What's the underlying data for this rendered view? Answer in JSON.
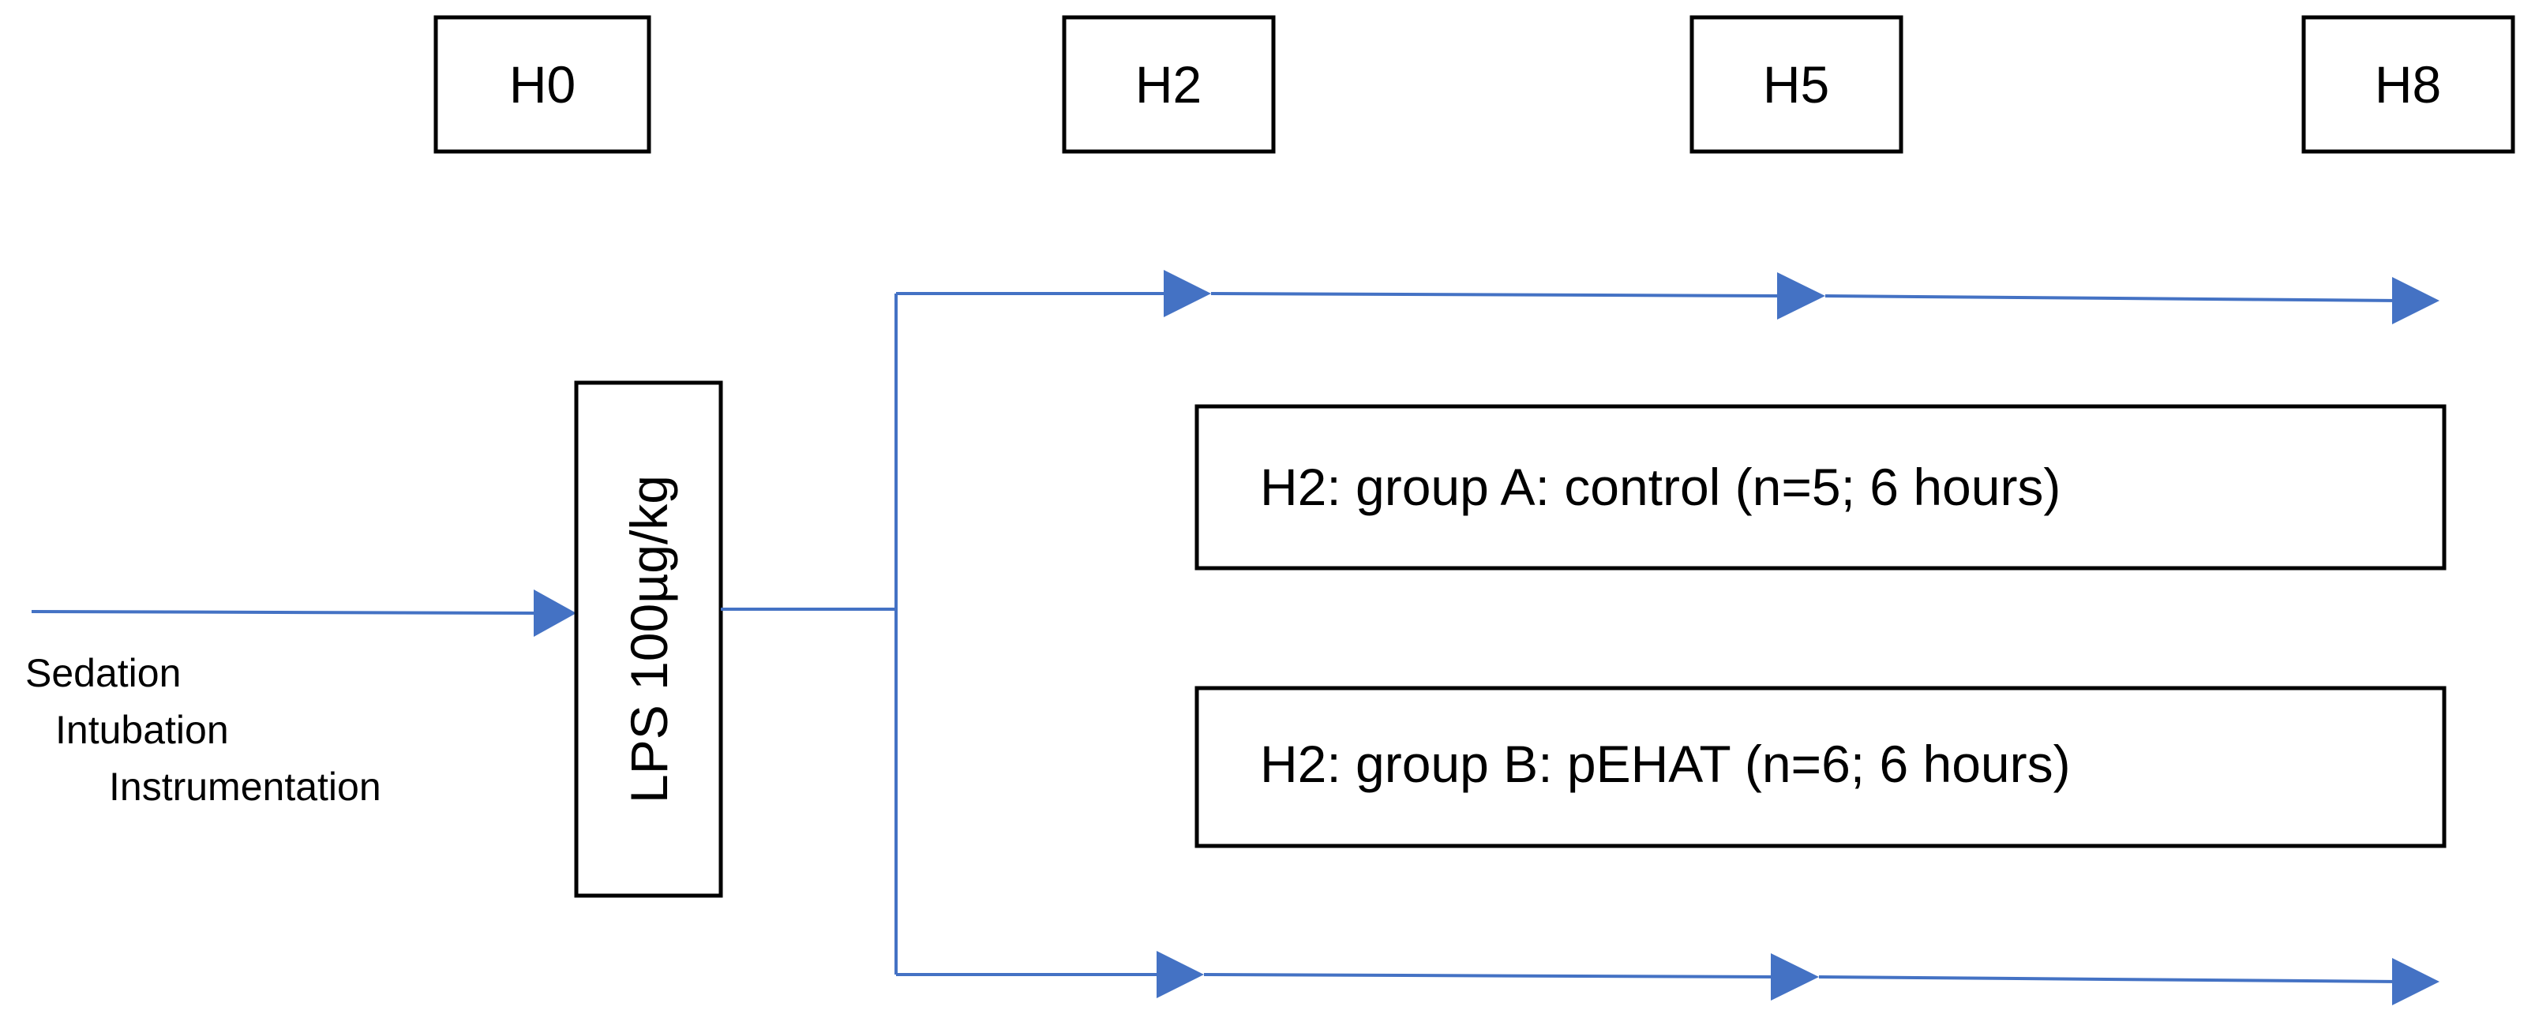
{
  "timepoints": {
    "h0": "H0",
    "h2": "H2",
    "h5": "H5",
    "h8": "H8"
  },
  "preparation_steps": {
    "step1": "Sedation",
    "step2": "Intubation",
    "step3": "Instrumentation"
  },
  "intervention": {
    "label": "LPS 100µg/kg"
  },
  "groups": {
    "a": "H2: group A: control (n=5; 6 hours)",
    "b": "H2: group B: pEHAT (n=6; 6 hours)"
  },
  "colors": {
    "arrow": "#4472c4",
    "box_border": "#000000"
  }
}
